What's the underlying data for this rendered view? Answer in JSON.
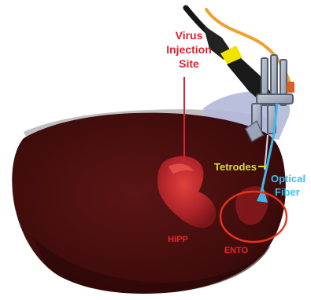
{
  "labels": {
    "virus_line1": "Virus",
    "virus_line2": "Injection",
    "virus_line3": "Site",
    "tetrodes": "Tetrodes",
    "optical_line1": "Optical",
    "optical_line2": "Fiber",
    "hipp": "HIPP",
    "ento": "ENTO"
  },
  "colors": {
    "virus_label": "#d9232e",
    "tetrodes_label": "#d8e02a",
    "optical_label": "#35c1f0",
    "region_label": "#e8242c",
    "ento_circle": "#e8321e",
    "brain_tissue": "#4a0f0f",
    "hippocampus": "#c0282c",
    "optical_fiber": "#3fb7e8",
    "orange_cable": "#f0a030",
    "yellow_band": "#f2e200"
  }
}
